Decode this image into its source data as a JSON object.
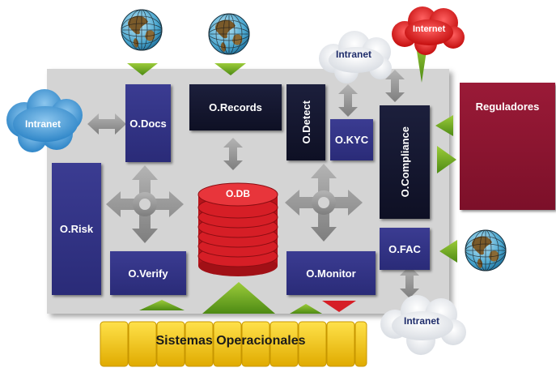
{
  "labels": {
    "docs": "O.Docs",
    "records": "O.Records",
    "detect": "O.Detect",
    "kyc": "O.KYC",
    "compliance": "O.Compliance",
    "risk": "O.Risk",
    "verify": "O.Verify",
    "monitor": "O.Monitor",
    "fac": "O.FAC",
    "db": "O.DB",
    "reguladores": "Reguladores",
    "sistemas": "Sistemas Operacionales",
    "intranet_left": "Intranet",
    "intranet_top": "Intranet",
    "internet_top": "Internet",
    "intranet_bottom": "Intranet"
  },
  "icons": [
    "globe-icon",
    "cloud-icon",
    "database-icon",
    "arrow-icon"
  ],
  "colors": {
    "navy_box": "#2f3085",
    "dark_box": "#14162e",
    "reguladores": "#8b1530",
    "db_red": "#d61e26",
    "arrow_green": "#6ea51c",
    "arrow_gray": "#9a9a9a",
    "sistemas_yellow": "#f5c400",
    "cloud_blue": "#4f9fd8",
    "cloud_red": "#d81e1e"
  }
}
